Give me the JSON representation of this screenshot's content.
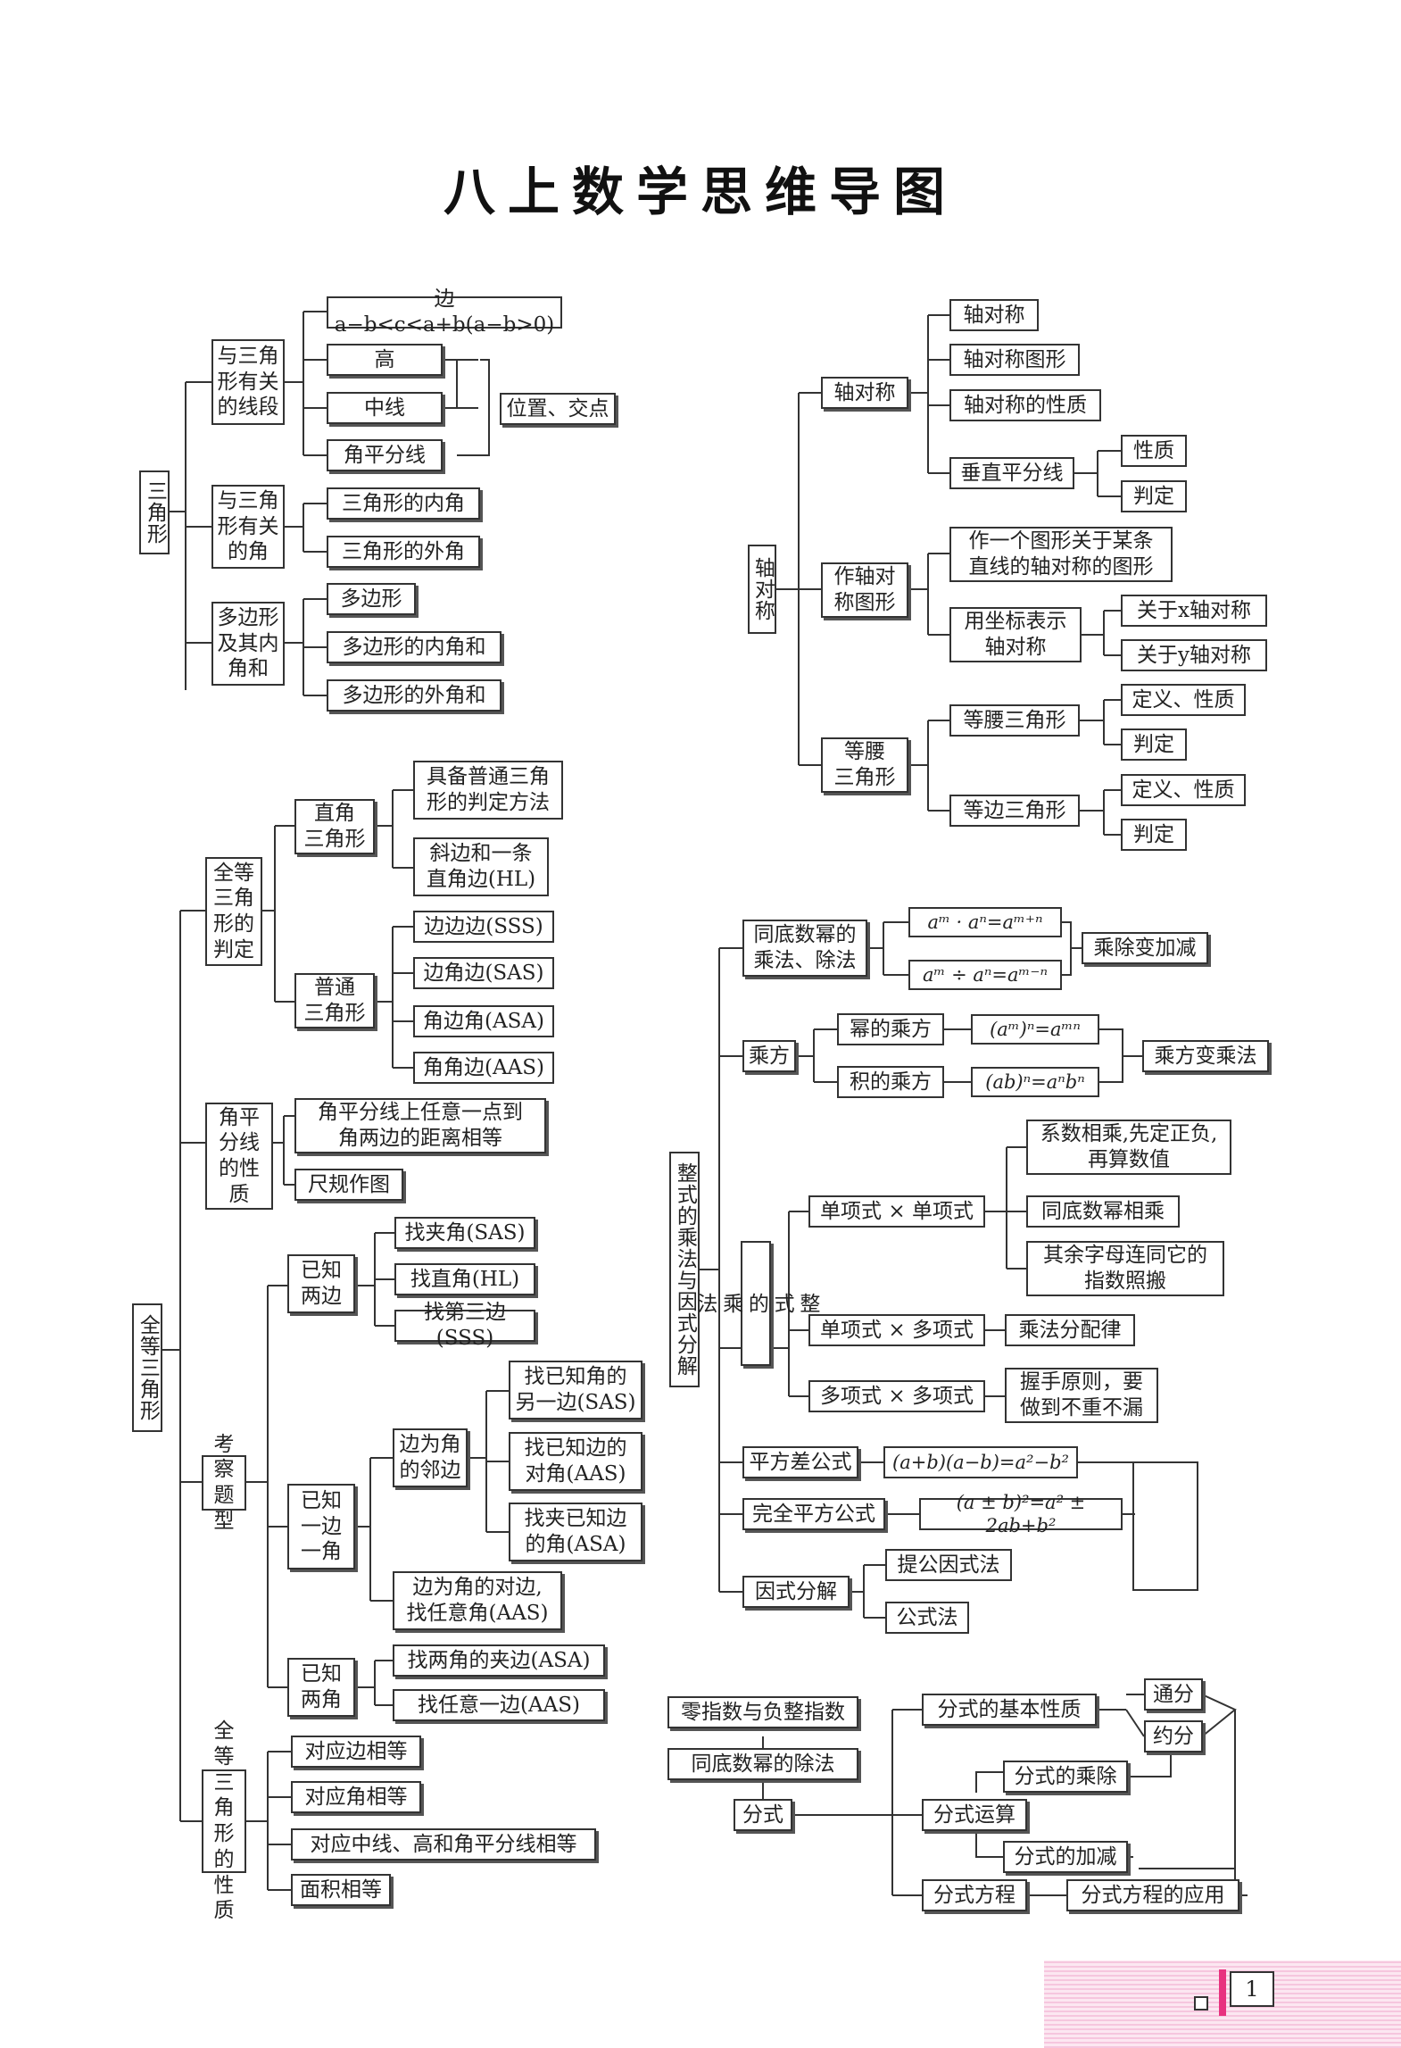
{
  "title": "八上数学思维导图",
  "page_number": "1",
  "nodes": {
    "sanjiaoxing": "三角形",
    "xianduan": "与三角\n形有关\n的线段",
    "bian": "边 a−b<c<a+b(a−b>0)",
    "gao": "高",
    "zhongxian": "中线",
    "jiaopingfenxian": "角平分线",
    "weizhi": "位置、交点",
    "youguanjiao": "与三角\n形有关\n的角",
    "neijiao": "三角形的内角",
    "waijiao": "三角形的外角",
    "duobianxing_grp": "多边形\n及其内\n角和",
    "duobianxing": "多边形",
    "db_neijiao": "多边形的内角和",
    "db_waijiao": "多边形的外角和",
    "zhouduicheng": "轴对称",
    "zdc": "轴对称",
    "zdc_1": "轴对称",
    "zdc_tx": "轴对称图形",
    "zdc_xz": "轴对称的性质",
    "czpfx": "垂直平分线",
    "cz_xz": "性质",
    "cz_pd": "判定",
    "zuo": "作轴对\n称图形",
    "zuo_1": "作一个图形关于某条\n直线的轴对称的图形",
    "zuobiao": "用坐标表示\n轴对称",
    "guanyu_x": "关于x轴对称",
    "guanyu_y": "关于y轴对称",
    "dengyao": "等腰\n三角形",
    "dengyao_1": "等腰三角形",
    "dy_xz": "定义、性质",
    "dy_pd": "判定",
    "dengbian": "等边三角形",
    "db_xz": "定义、性质",
    "db_pd": "判定",
    "quandeng": "全等三角形",
    "pandin": "全等\n三角\n形的\n判定",
    "zhijiao": "直角\n三角形",
    "zj_1": "具备普通三角\n形的判定方法",
    "zj_2": "斜边和一条\n直角边(HL)",
    "putong": "普通\n三角形",
    "sss": "边边边(SSS)",
    "sas": "边角边(SAS)",
    "asa": "角边角(ASA)",
    "aas": "角角边(AAS)",
    "jpfx": "角平\n分线\n的性\n质",
    "jpfx_1": "角平分线上任意一点到\n角两边的距离相等",
    "chigui": "尺规作图",
    "kaocha": "考察\n题型",
    "yzlb": "已知\n两边",
    "yzlb_1": "找夹角(SAS)",
    "yzlb_2": "找直角(HL)",
    "yzlb_3": "找第三边(SSS)",
    "yzyb": "已知\n一边\n一角",
    "bwjdlb": "边为角\n的邻边",
    "bw_1": "找已知角的\n另一边(SAS)",
    "bw_2": "找已知边的\n对角(AAS)",
    "bw_3": "找夹已知边\n的角(ASA)",
    "bwdb": "边为角的对边,\n找任意角(AAS)",
    "yzlj": "已知\n两角",
    "yzlj_1": "找两角的夹边(ASA)",
    "yzlj_2": "找任意一边(AAS)",
    "qdxz": "全等\n三角\n形的\n性质",
    "xz_1": "对应边相等",
    "xz_2": "对应角相等",
    "xz_3": "对应中线、高和角平分线相等",
    "xz_4": "面积相等",
    "zhengshi": "整式的乘法与因式分解",
    "tongdi": "同底数幂的\n乘法、除法",
    "mul_f": "aᵐ · aⁿ=aᵐ⁺ⁿ",
    "div_f": "aᵐ ÷ aⁿ=aᵐ⁻ⁿ",
    "chengchu": "乘除变加减",
    "chengfang": "乘方",
    "mi_cf": "幂的乘方",
    "mi_f": "(aᵐ)ⁿ=aᵐⁿ",
    "ji_cf": "积的乘方",
    "ji_f": "(ab)ⁿ=aⁿbⁿ",
    "cfbcf": "乘方变乘法",
    "zscf": "整\n式\n的\n乘\n法",
    "dxdx": "单项式 × 单项式",
    "dd_1": "系数相乘,先定正负,\n再算数值",
    "dd_2": "同底数幂相乘",
    "dd_3": "其余字母连同它的\n指数照搬",
    "dxdxs": "单项式 × 多项式",
    "cffpl": "乘法分配律",
    "ddxs": "多项式 × 多项式",
    "woshou": "握手原则，要\n做到不重不漏",
    "pfc": "平方差公式",
    "pfc_f": "(a+b)(a−b)=a²−b²",
    "wqpf": "完全平方公式",
    "wqpf_f": "(a ± b)²=a² ± 2ab+b²",
    "ysfj": "因式分解",
    "tgys": "提公因式法",
    "gsf": "公式法",
    "lingzhi": "零指数与负整指数",
    "tdschu": "同底数幂的除法",
    "fenshi": "分式",
    "fs_jbxz": "分式的基本性质",
    "tongfen": "通分",
    "yuefen": "约分",
    "fs_cc": "分式的乘除",
    "fs_ys": "分式运算",
    "fs_jj": "分式的加减",
    "fs_fc": "分式方程",
    "fs_yy": "分式方程的应用"
  }
}
